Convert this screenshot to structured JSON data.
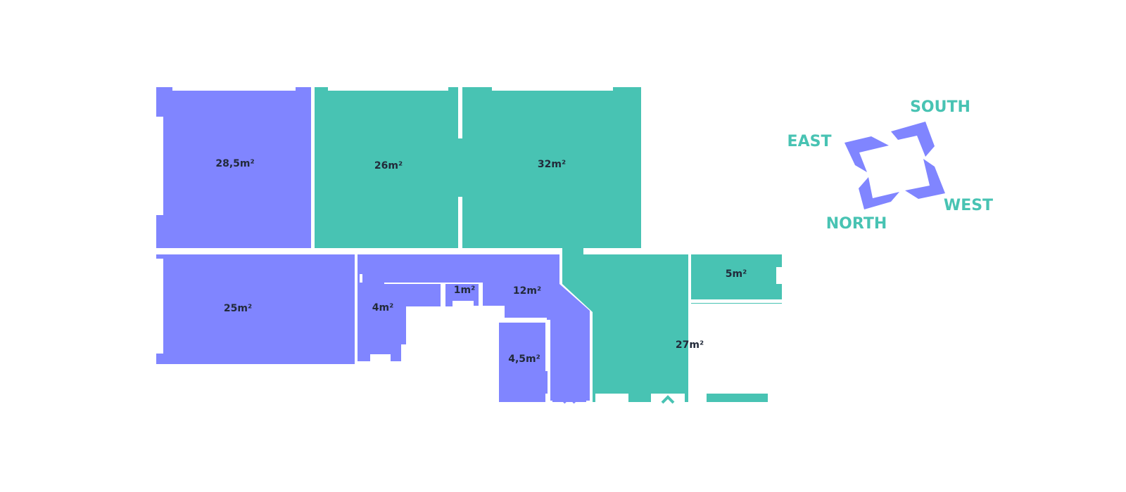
{
  "colors": {
    "purple": "#8085ff",
    "teal": "#48c3b3",
    "background": "#ffffff",
    "label": "#222a3a"
  },
  "rooms": [
    {
      "id": "room-a",
      "area": "28,5m²",
      "zone": "purple"
    },
    {
      "id": "room-b",
      "area": "26m²",
      "zone": "teal"
    },
    {
      "id": "room-c",
      "area": "32m²",
      "zone": "teal"
    },
    {
      "id": "room-d",
      "area": "25m²",
      "zone": "purple"
    },
    {
      "id": "room-e",
      "area": "4m²",
      "zone": "purple"
    },
    {
      "id": "room-f",
      "area": "1m²",
      "zone": "purple"
    },
    {
      "id": "room-g",
      "area": "12m²",
      "zone": "purple"
    },
    {
      "id": "room-h",
      "area": "4,5m²",
      "zone": "purple"
    },
    {
      "id": "room-i",
      "area": "5m²",
      "zone": "teal"
    },
    {
      "id": "room-j",
      "area": "27m²",
      "zone": "teal"
    }
  ],
  "entrance_icons": [
    "chevron-up-icon",
    "chevron-up-icon"
  ],
  "compass": {
    "south": "SOUTH",
    "east": "EAST",
    "west": "WEST",
    "north": "NORTH"
  }
}
